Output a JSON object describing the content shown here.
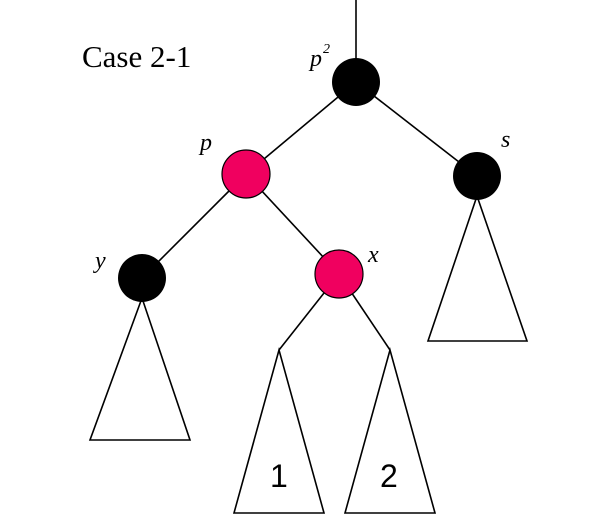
{
  "title": "Case 2-1",
  "colors": {
    "black_node": "#000000",
    "red_node": "#f0005f",
    "line": "#000000"
  },
  "nodes": {
    "p2": {
      "label": "p",
      "superscript": "2",
      "color": "black"
    },
    "p": {
      "label": "p",
      "color": "red"
    },
    "s": {
      "label": "s",
      "color": "black"
    },
    "y": {
      "label": "y",
      "color": "black"
    },
    "x": {
      "label": "x",
      "color": "red"
    }
  },
  "subtrees": {
    "x_left": {
      "label": "1"
    },
    "x_right": {
      "label": "2"
    }
  }
}
